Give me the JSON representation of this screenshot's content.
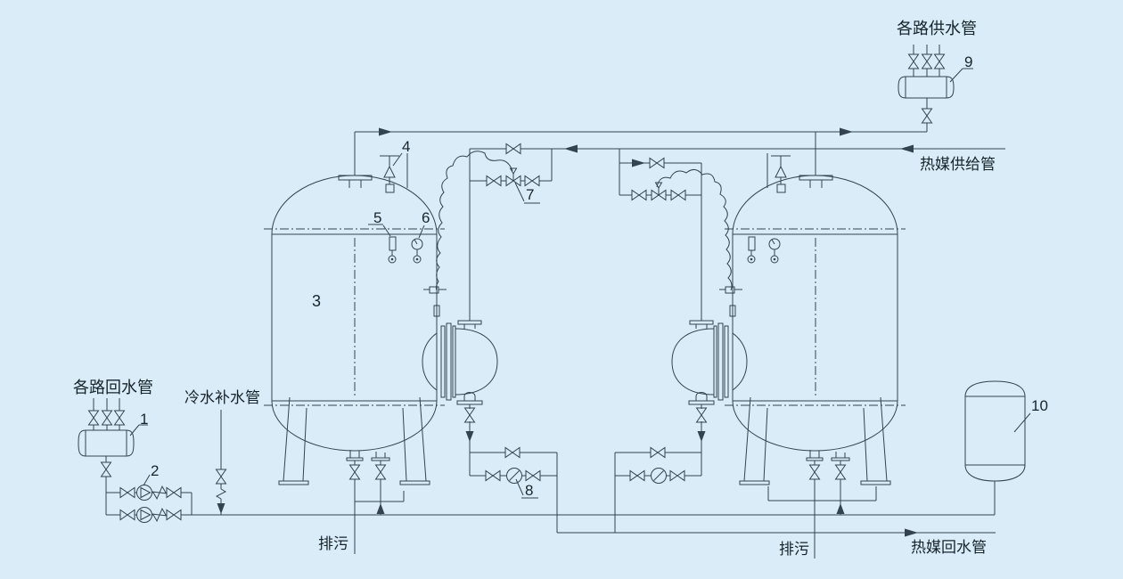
{
  "diagram": {
    "type": "piping-schematic",
    "labels": {
      "supply_header": "各路供水管",
      "supply_header_no": "9",
      "heat_supply": "热媒供给管",
      "relief_no": "4",
      "thermometer_no": "5",
      "gauge_no": "6",
      "ctrl_valve_no": "7",
      "tank_no": "3",
      "return_header": "各路回水管",
      "return_header_no": "1",
      "pump_no": "2",
      "cold_water": "冷水补水管",
      "trap_no": "8",
      "blowdown_left": "排污",
      "blowdown_right": "排污",
      "heat_return": "热媒回水管",
      "expansion_no": "10"
    },
    "colors": {
      "background": "#d9ecf7",
      "line": "#33434f",
      "text": "#17242c"
    }
  }
}
